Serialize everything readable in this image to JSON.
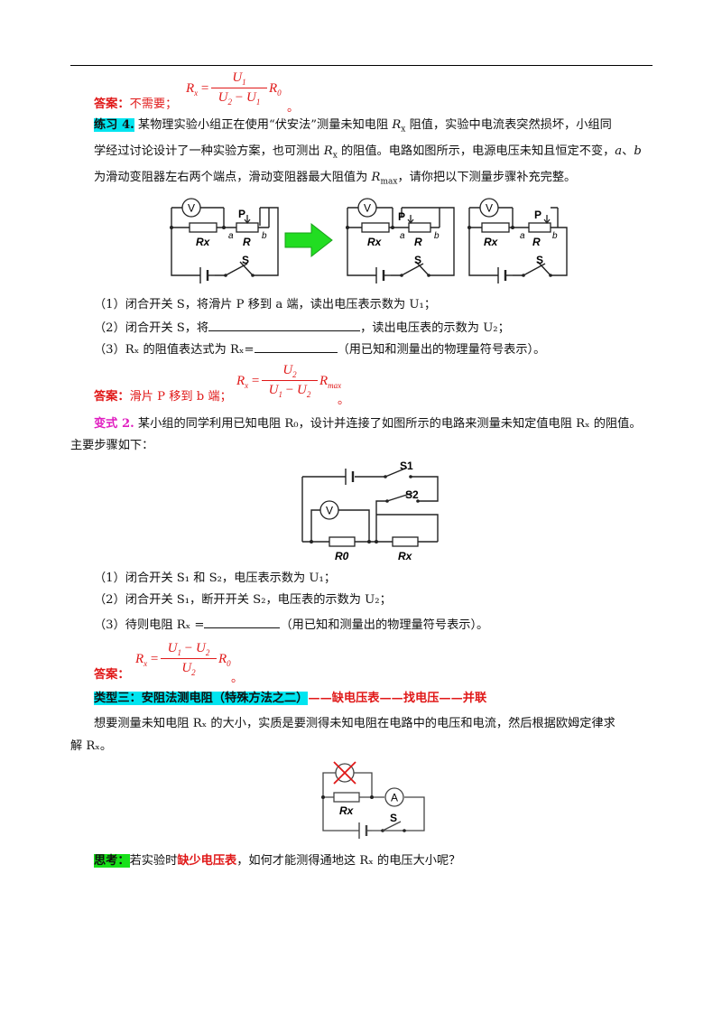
{
  "answer1": {
    "label": "答案：",
    "text": "不需要；",
    "formula": {
      "lhs": "R",
      "lhs_sub": "x",
      "eq": "=",
      "num": "U",
      "num_sub": "1",
      "den_a": "U",
      "den_a_sub": "2",
      "minus": " − ",
      "den_b": "U",
      "den_b_sub": "1",
      "tail": "R",
      "tail_sub": "0"
    },
    "end": "。"
  },
  "exercise4": {
    "tag": "练习 4.",
    "line1_a": " 某物理实验小组正在使用“伏安法”测量未知电阻 ",
    "line1_r": "R",
    "line1_rsub": "x",
    "line1_b": " 阻值，实验中电流表突然损坏，小组同",
    "line2_a": "学经过讨论设计了一种实验方案，也可测出 ",
    "line2_r": "R",
    "line2_rsub": "x",
    "line2_b": " 的阻值。电路如图所示，电源电压未知且恒定不变，",
    "line2_ab": "a",
    "line2_sep": "、",
    "line2_bb": "b",
    "line3_a": "为滑动变阻器左右两个端点，滑动变阻器最大阻值为 ",
    "line3_r": "R",
    "line3_rsub": "max",
    "line3_b": "，请你把以下测量步骤补充完整。",
    "step1": "（1）闭合开关 S，将滑片 P 移到 a 端，读出电压表示数为 U₁；",
    "step2_a": "（2）闭合开关 S，将",
    "step2_b": "，读出电压表的示数为 U₂；",
    "step3_a": "（3）Rₓ 的阻值表达式为 Rₓ=",
    "step3_b": "（用已知和测量出的物理量符号表示）。"
  },
  "answer2": {
    "label": "答案：",
    "text": "滑片 P 移到 b 端；",
    "formula": {
      "lhs": "R",
      "lhs_sub": "x",
      "eq": "=",
      "num": "U",
      "num_sub": "2",
      "den_a": "U",
      "den_a_sub": "1",
      "minus": " − ",
      "den_b": "U",
      "den_b_sub": "2",
      "tail": "R",
      "tail_sub": "max"
    },
    "end": "。"
  },
  "variant2": {
    "tag": "变式 2.",
    "line1": " 某小组的同学利用已知电阻 R₀，设计并连接了如图所示的电路来测量未知定值电阻 Rₓ 的阻值。",
    "line2": "主要步骤如下：",
    "step1": "（1）闭合开关 S₁ 和 S₂，电压表示数为 U₁；",
    "step2": "（2）闭合开关 S₁，断开开关 S₂，电压表的示数为 U₂；",
    "step3_a": "（3）待则电阻 Rₓ =",
    "step3_b": "（用已知和测量出的物理量符号表示）。"
  },
  "answer3": {
    "label": "答案：",
    "formula": {
      "lhs": "R",
      "lhs_sub": "x",
      "eq": "=",
      "num_a": "U",
      "num_a_sub": "1",
      "minus": " − ",
      "num_b": "U",
      "num_b_sub": "2",
      "den": "U",
      "den_sub": "2",
      "tail": "R",
      "tail_sub": "0"
    },
    "end": "。"
  },
  "type3": {
    "heading": "类型三：安阻法测电阻（特殊方法之二）",
    "tail": "——缺电压表——找电压——并联",
    "para1": "想要测量未知电阻 Rₓ 的大小，实质是要测得未知电阻在电路中的电压和电流，然后根据欧姆定律求",
    "para2": "解 Rₓ。"
  },
  "think": {
    "label": "思考：",
    "text_a": "若实验时",
    "text_red": "缺少电压表",
    "text_b": "，如何才能测得通地这 Rₓ 的电压大小呢？"
  },
  "circuit_labels": {
    "V": "V",
    "A": "A",
    "P": "P",
    "R": "R",
    "Rx": "Rx",
    "R0": "R0",
    "a": "a",
    "b": "b",
    "S": "S",
    "S1": "S1",
    "S2": "S2"
  },
  "colors": {
    "answer": "#e01818",
    "highlight_cyan": "#00e5f0",
    "highlight_green": "#18e01a",
    "variant": "#e01ec0",
    "arrow": "#22dd22"
  }
}
